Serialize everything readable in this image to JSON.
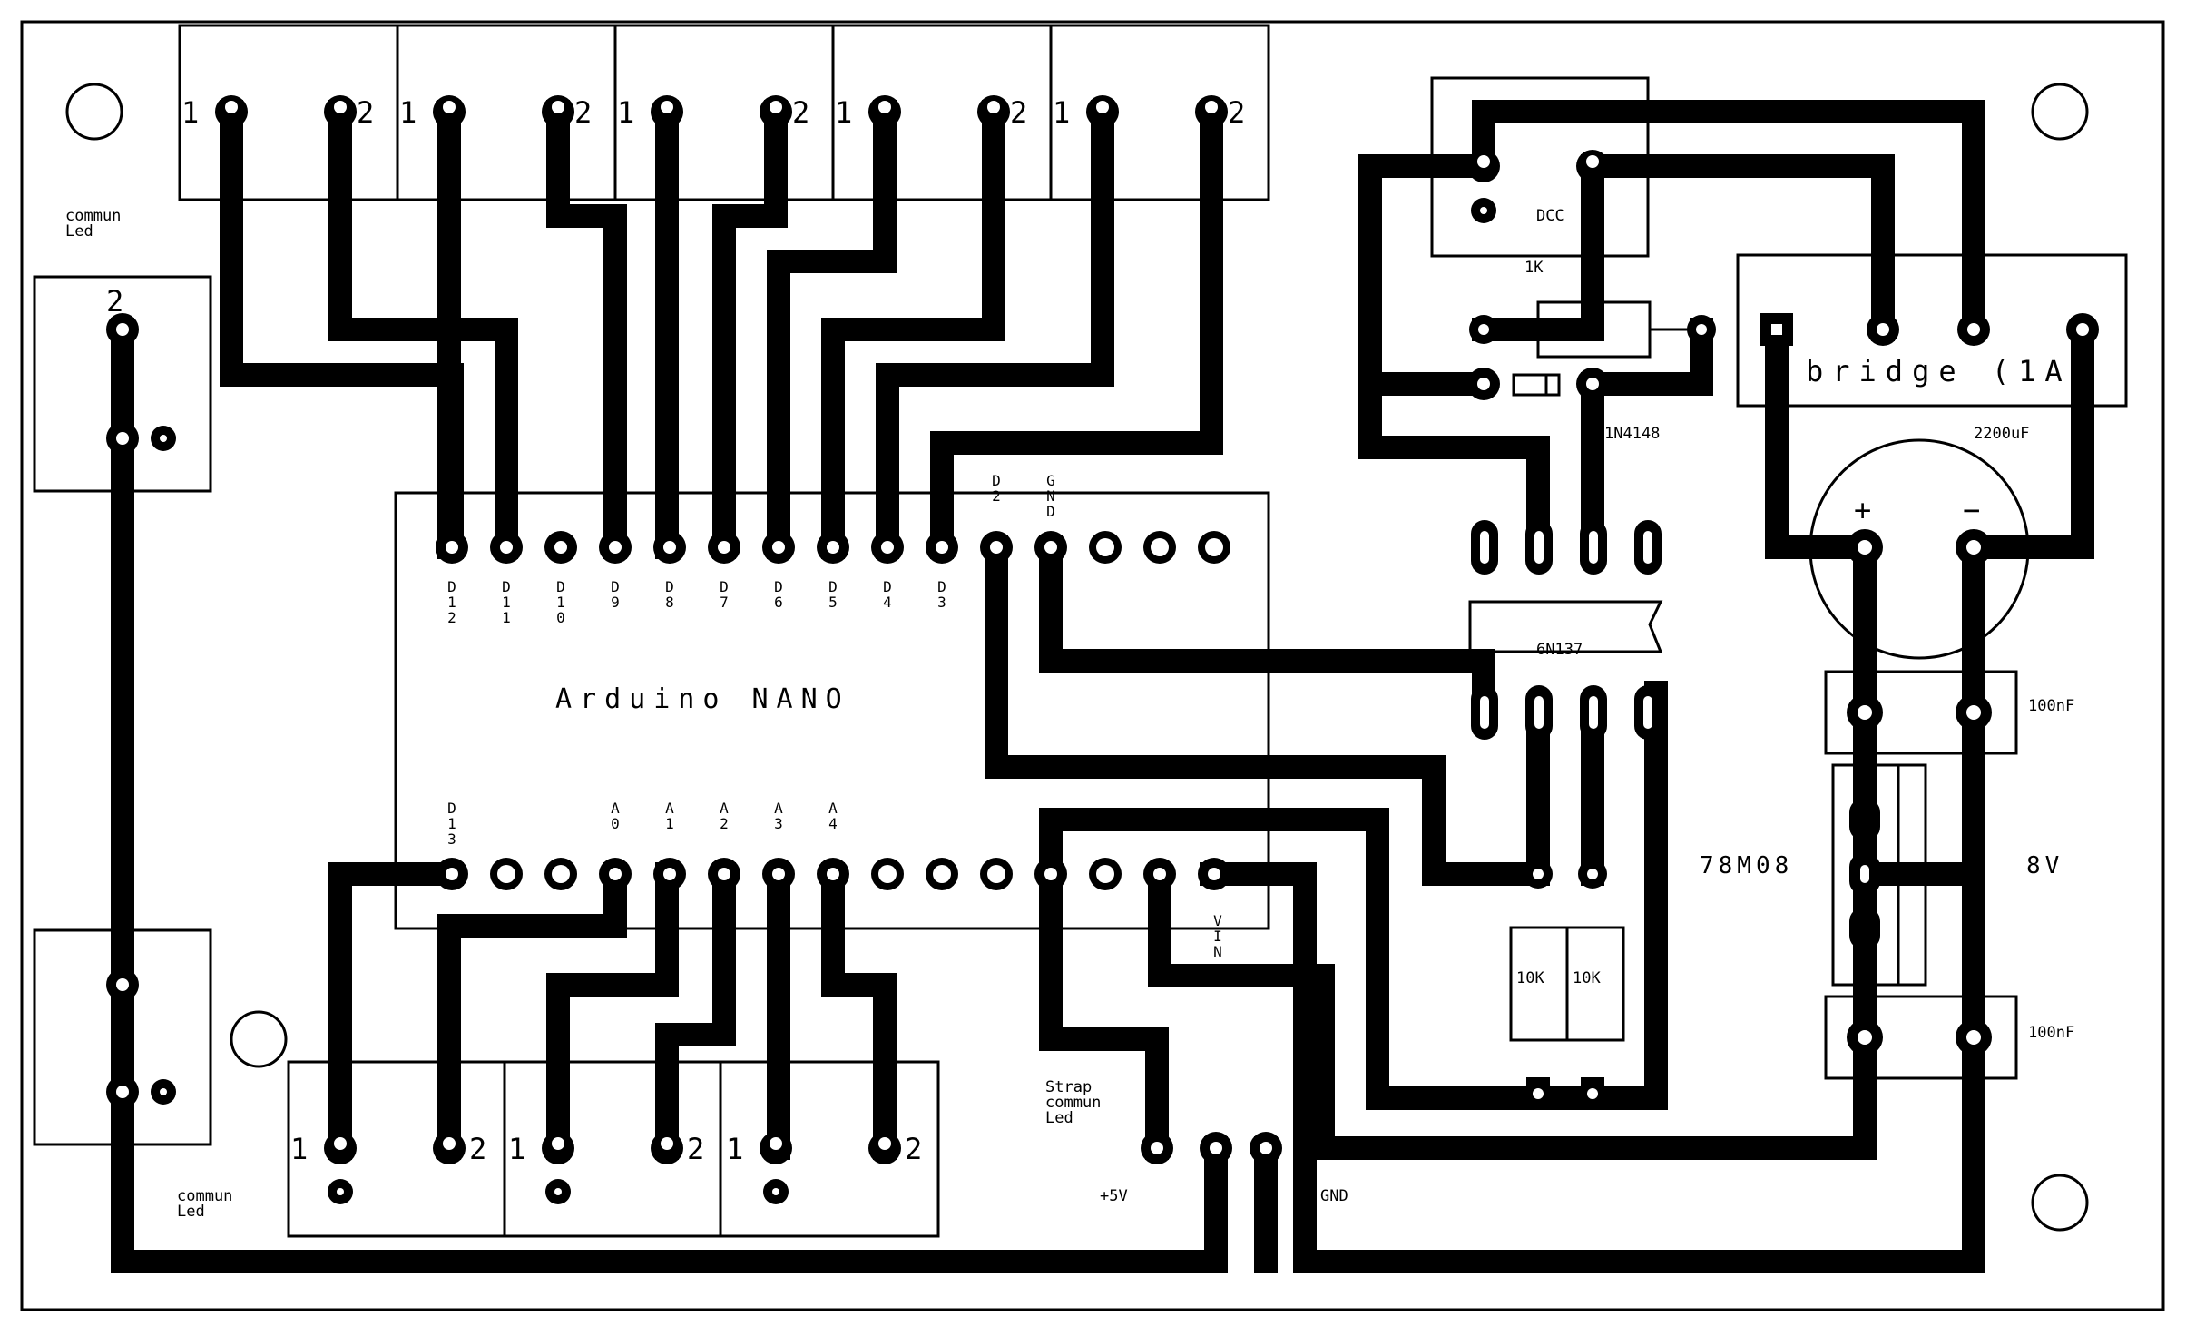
{
  "board": {
    "arduino_label": "Arduino NANO",
    "top_pins": [
      "D12",
      "D11",
      "D10",
      "D9",
      "D8",
      "D7",
      "D6",
      "D5",
      "D4",
      "D3"
    ],
    "d2_label": "D2",
    "gnd_label": "GND",
    "d13_label": "D13",
    "analog_pins": [
      "A0",
      "A1",
      "A2",
      "A3",
      "A4"
    ],
    "vin_label": "VIN"
  },
  "terminals": {
    "pin1": "1",
    "pin2": "2"
  },
  "labels": {
    "commun_led": [
      "commun",
      "Led"
    ],
    "strap": [
      "Strap",
      "commun",
      "Led"
    ],
    "plus5v": "+5V",
    "gnd": "GND",
    "dcc": "DCC",
    "r1k": "1K",
    "diode": "1N4148",
    "opto": "6N137",
    "bridge": "bridge (1A",
    "cap_big": "2200uF",
    "plus": "+",
    "minus": "−",
    "cap_small": "100nF",
    "regulator": "78M08",
    "v8": "8V",
    "r10k": "10K"
  }
}
